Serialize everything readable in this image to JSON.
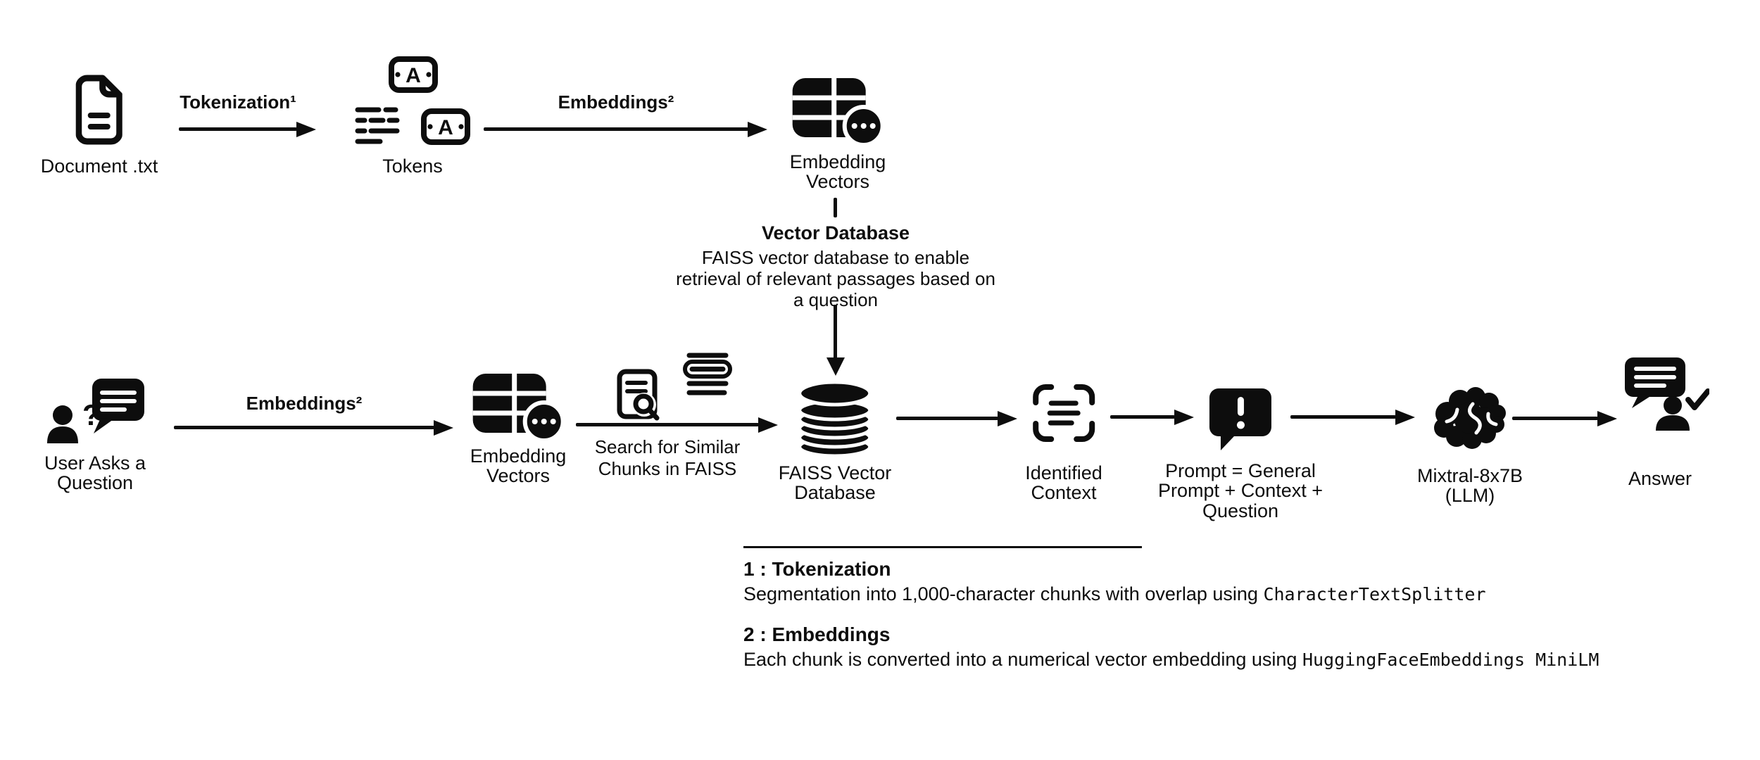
{
  "colors": {
    "ink": "#0d0d0d",
    "background": "#ffffff"
  },
  "top_row": {
    "document": {
      "label": "Document .txt"
    },
    "tokenization_arrow": {
      "label": "Tokenization¹"
    },
    "tokens": {
      "label": "Tokens",
      "token_letter": "A"
    },
    "embeddings_arrow": {
      "label": "Embeddings²"
    },
    "embedding_vectors": {
      "label": "Embedding\nVectors"
    }
  },
  "vector_database_note": {
    "heading": "Vector Database",
    "body": "FAISS vector database to enable\nretrieval of relevant passages based on\na question"
  },
  "bottom_row": {
    "user_question": {
      "label": "User Asks a\nQuestion",
      "question_mark": "?"
    },
    "embeddings_arrow": {
      "label": "Embeddings²"
    },
    "embedding_vectors": {
      "label": "Embedding\nVectors"
    },
    "search_arrow": {
      "label": "Search for Similar\nChunks in FAISS"
    },
    "faiss_db": {
      "label": "FAISS Vector\nDatabase"
    },
    "identified_context": {
      "label": "Identified\nContext"
    },
    "prompt": {
      "label": "Prompt = General\nPrompt + Context +\nQuestion"
    },
    "llm": {
      "label": "Mixtral-8x7B\n(LLM)"
    },
    "answer": {
      "label": "Answer"
    }
  },
  "footnotes": {
    "note1": {
      "heading": "1 : Tokenization",
      "body": "Segmentation into 1,000-character chunks with overlap using ",
      "code": "CharacterTextSplitter"
    },
    "note2": {
      "heading": "2 : Embeddings",
      "body": "Each chunk is converted into a numerical vector embedding using ",
      "code": "HuggingFaceEmbeddings MiniLM"
    }
  }
}
